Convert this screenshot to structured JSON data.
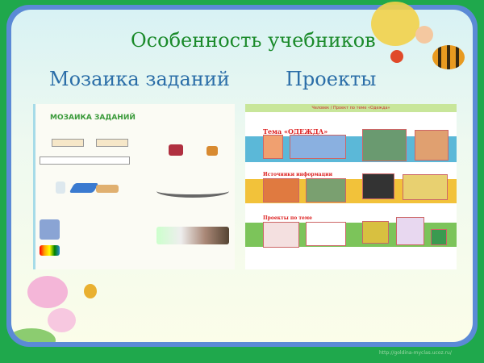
{
  "slide": {
    "title": "Особенность учебников",
    "left_heading": "Мозаика заданий",
    "right_heading": "Проекты",
    "footer_url": "http://goldina-myclas.ucoz.ru/"
  },
  "left_image": {
    "heading": "МОЗАИКА ЗАДАНИЙ"
  },
  "right_image": {
    "topbar": "Человек / Проект по теме «Одежда»",
    "section_1": "Тема «ОДЕЖДА»",
    "section_2": "Источники информации",
    "section_3": "Проекты по теме",
    "band_colors": [
      "#5bb8d8",
      "#f2c23a",
      "#7cc45a"
    ]
  },
  "colors": {
    "background": "#1fa84c",
    "border": "#5b8ad6",
    "title": "#1a8a2a",
    "heading": "#2b6ea8"
  }
}
